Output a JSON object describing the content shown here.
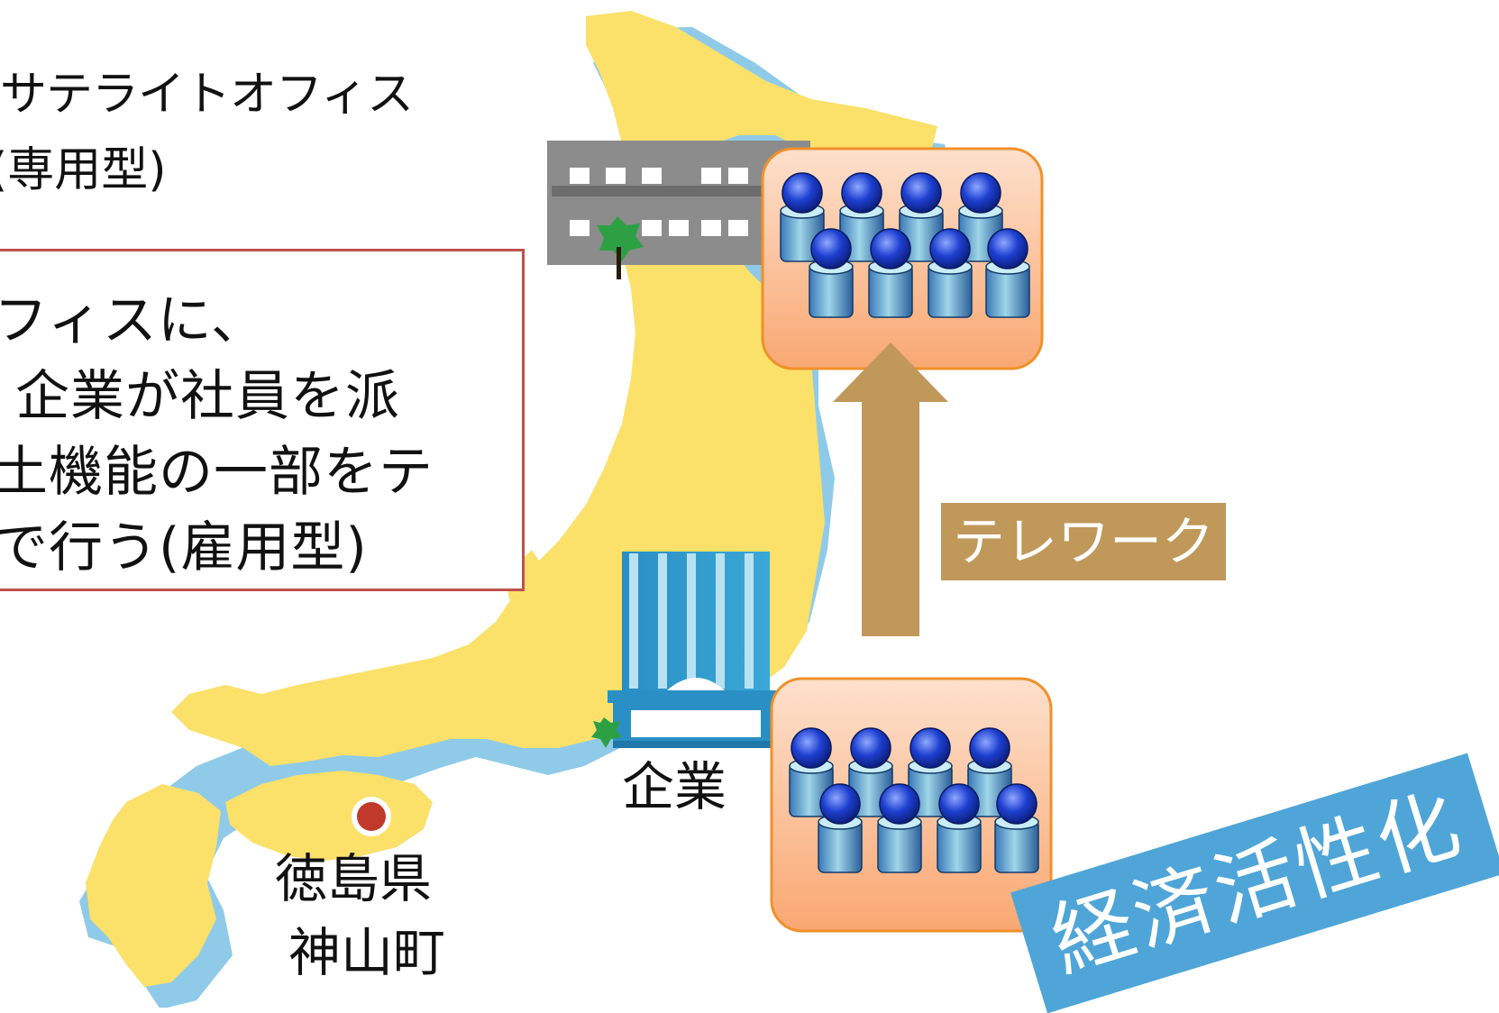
{
  "title": {
    "line1": "サテライトオフィス",
    "line2": "(専用型)"
  },
  "description": {
    "lines": [
      "フィスに、",
      "企業が社員を派",
      "土機能の一部をテ",
      "で行う(雇用型)"
    ]
  },
  "telework_label": "テレワーク",
  "company_label": "企業",
  "location": {
    "prefecture": "徳島県",
    "town": "神山町"
  },
  "badge": "経済活性化",
  "colors": {
    "land": "#fbe06a",
    "coast": "#8fcbe8",
    "arrow": "#c0985a",
    "box_border": "#c0504d",
    "badge": "#4fa5d8",
    "group_panel": "#fbb586",
    "marker": "#c0392b"
  },
  "icons": [
    "map-japan",
    "office-building-icon",
    "company-building-icon",
    "people-group-icon",
    "location-marker-icon",
    "up-arrow-icon"
  ]
}
